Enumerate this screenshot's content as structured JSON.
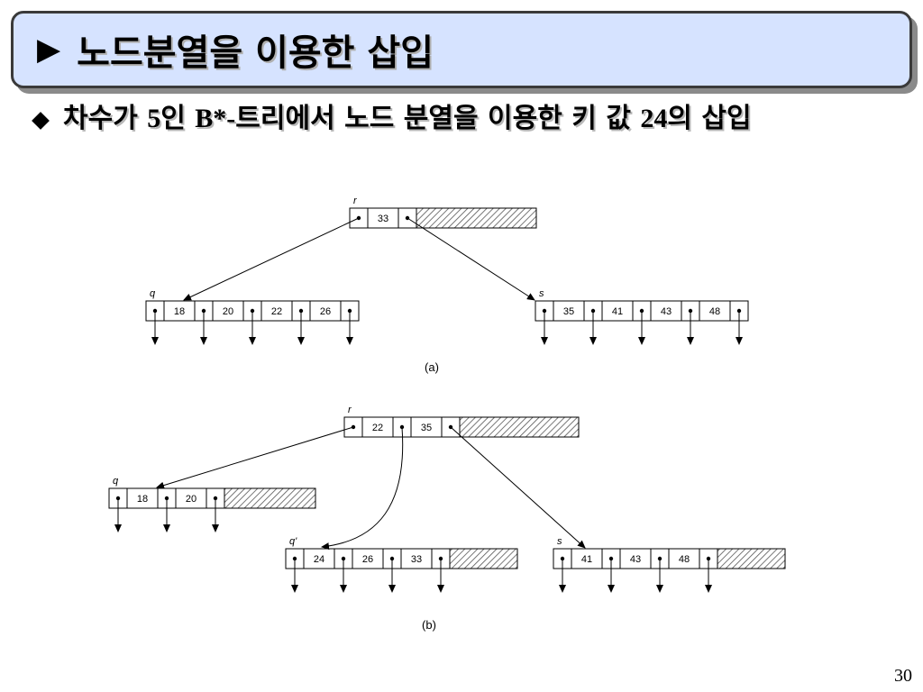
{
  "title": {
    "arrow": "▶",
    "text": "노드분열을 이용한 삽입"
  },
  "bullet": {
    "part1": "차수가 ",
    "part2": "5",
    "part3": "인 ",
    "part4": "B*-",
    "part5": "트리에서 노드 분열을 이용한 키 값 ",
    "part6": "24",
    "part7": "의 삽입"
  },
  "figure_a": {
    "caption": "(a)",
    "root": {
      "label": "r",
      "keys": [
        "33"
      ]
    },
    "left": {
      "label": "q",
      "keys": [
        "18",
        "20",
        "22",
        "26"
      ]
    },
    "right": {
      "label": "s",
      "keys": [
        "35",
        "41",
        "43",
        "48"
      ]
    }
  },
  "figure_b": {
    "caption": "(b)",
    "root": {
      "label": "r",
      "keys": [
        "22",
        "35"
      ]
    },
    "left": {
      "label": "q",
      "keys": [
        "18",
        "20"
      ]
    },
    "middle": {
      "label": "q'",
      "keys": [
        "24",
        "26",
        "33"
      ]
    },
    "right": {
      "label": "s",
      "keys": [
        "41",
        "43",
        "48"
      ]
    }
  },
  "page_number": "30"
}
